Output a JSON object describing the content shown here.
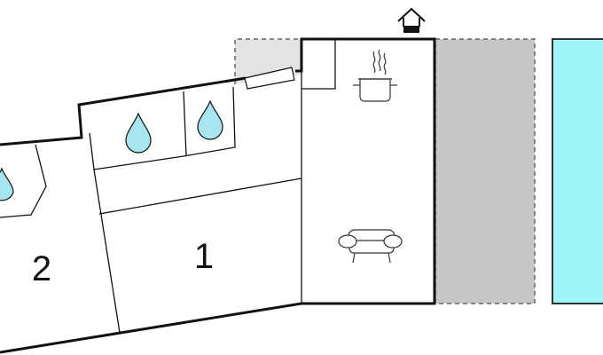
{
  "rooms": [
    {
      "label": "1",
      "type": "bedroom"
    },
    {
      "label": "2",
      "type": "bedroom"
    }
  ],
  "icons": {
    "entrance": "house-entrance-icon",
    "kitchen": "cooking-pot-icon",
    "living": "sofa-icon",
    "bathroom": "water-drop-icon"
  },
  "colors": {
    "wall": "#111111",
    "terrace": "#c6c6c6",
    "outdoor_light": "#e3e3e3",
    "pool": "#9ff5f8",
    "pool_border": "#333333",
    "water_drop": "#a7e6ef"
  }
}
